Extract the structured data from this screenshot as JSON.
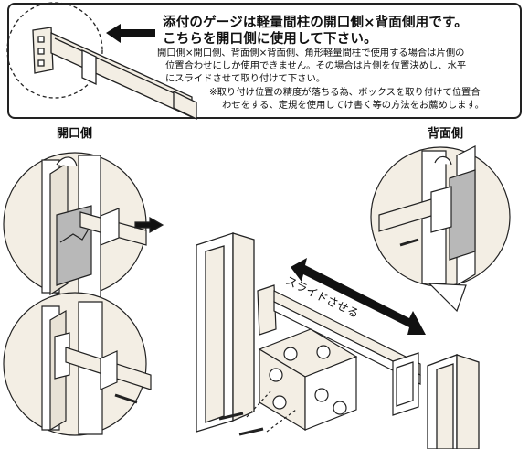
{
  "header": {
    "line1": "添付のゲージは軽量間柱の開口側×背面側用です。",
    "line2": "こちらを開口側に使用して下さい。"
  },
  "notes": [
    "開口側×開口側、背面側×背面側、角形軽量間柱で使用する場合は片側の",
    "位置合わせにしか使用できません。その場合は片側を位置決めし、水平",
    "にスライドさせて取り付けて下さい。",
    "※取り付け位置の精度が落ちる為、ボックスを取り付けて位置合",
    "わせをする、定規を使用してけ書く等の方法をお薦めします。"
  ],
  "labels": {
    "opening_side": "開口側",
    "back_side": "背面側",
    "slide": "スライドさせる"
  },
  "colors": {
    "stud_fill": "#f3eee4",
    "gray_fill": "#b8b8b8",
    "stroke": "#222222",
    "box_border": "#222222"
  }
}
